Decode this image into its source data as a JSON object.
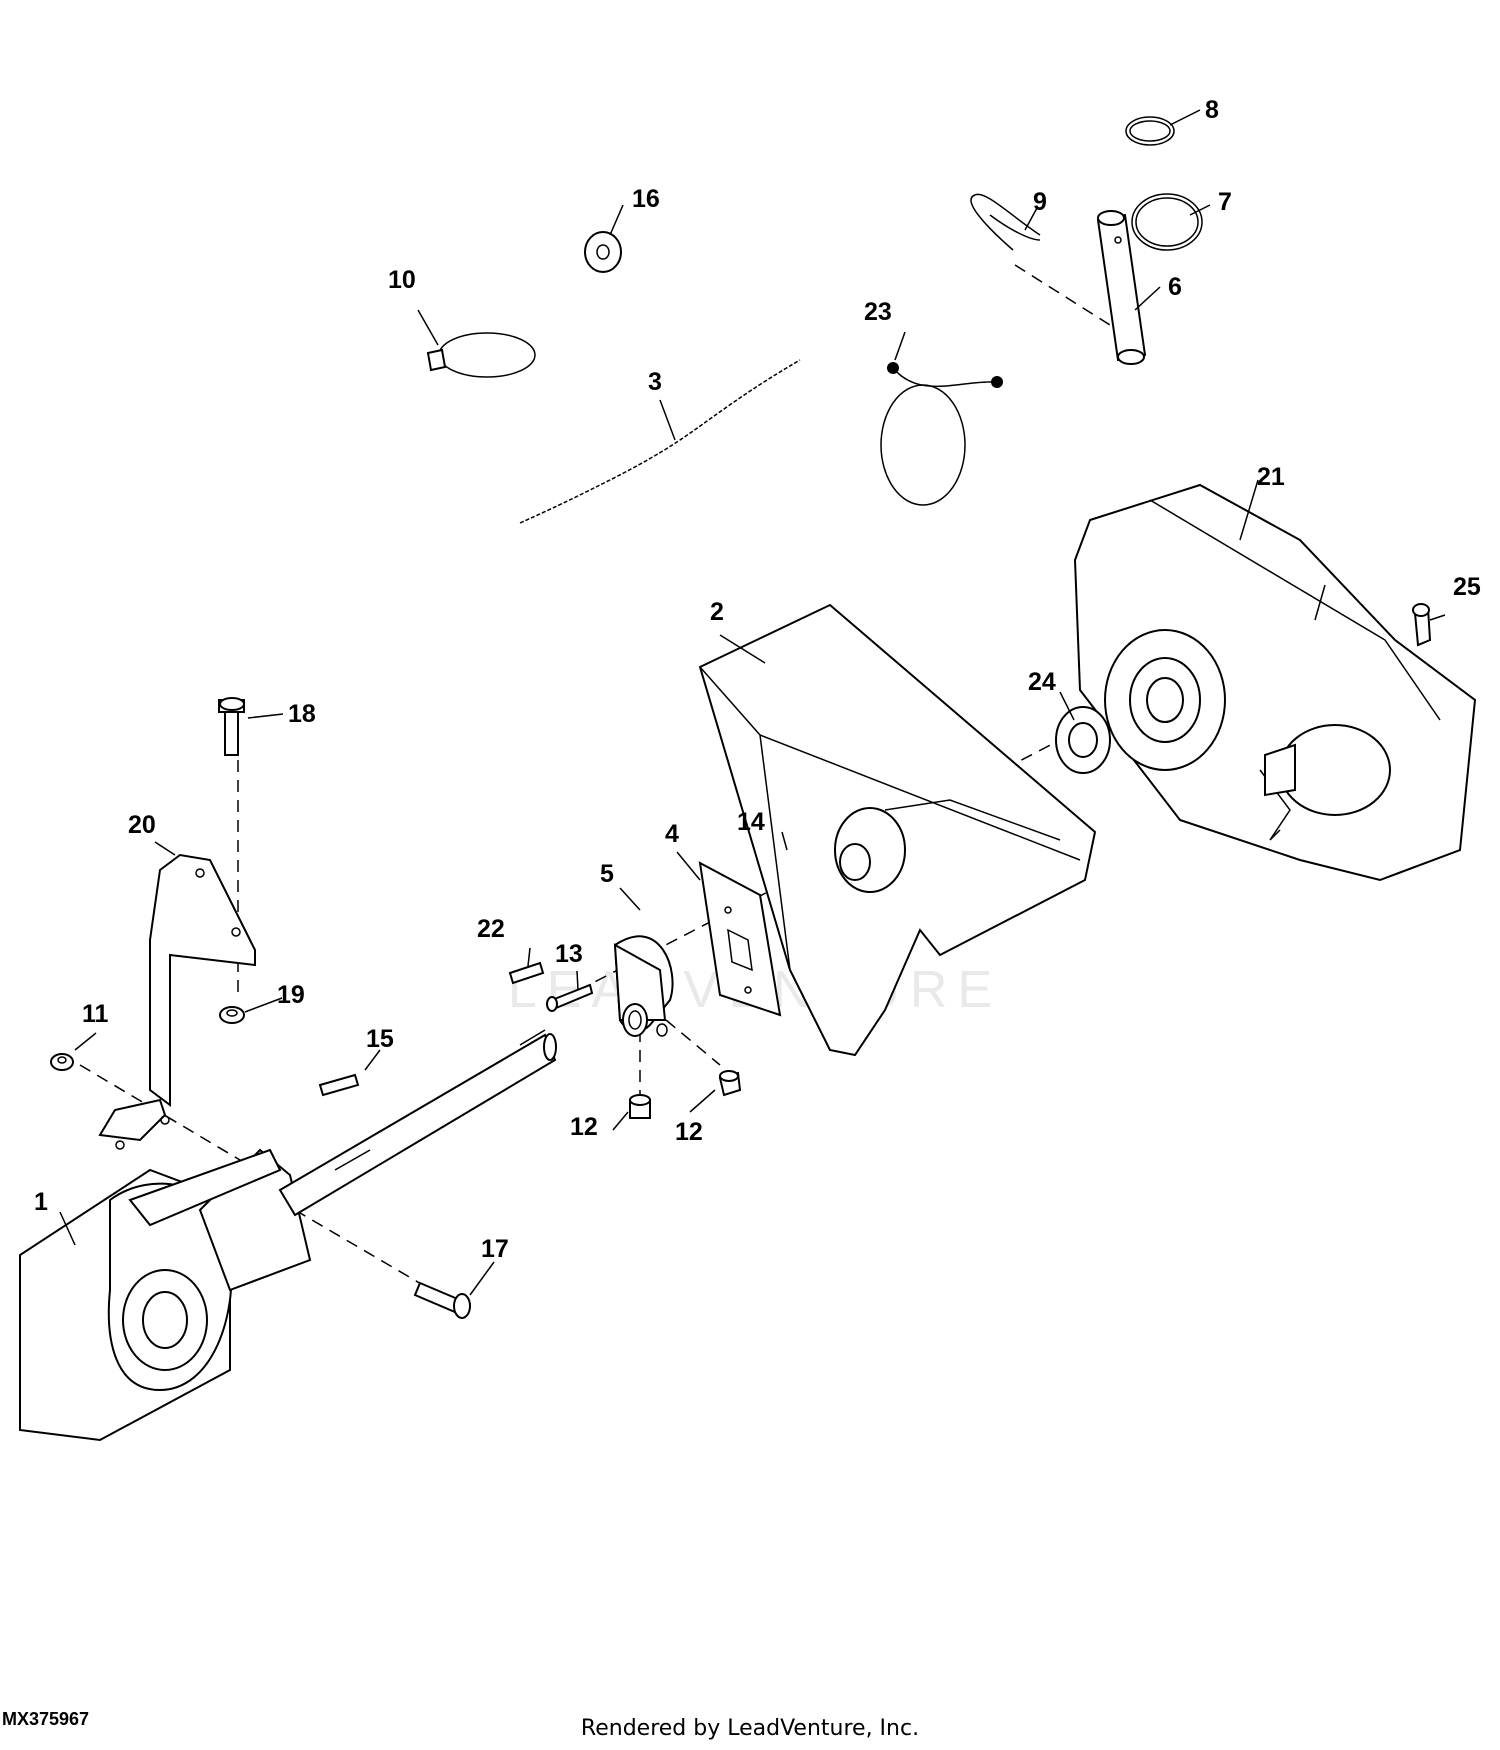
{
  "diagram": {
    "watermark": "LEADVENTURE",
    "figure_code": "MX375967",
    "credit": "Rendered by LeadVenture, Inc.",
    "callouts": [
      "1",
      "2",
      "3",
      "4",
      "5",
      "6",
      "7",
      "8",
      "9",
      "10",
      "11",
      "12",
      "12",
      "13",
      "14",
      "15",
      "16",
      "17",
      "18",
      "19",
      "20",
      "21",
      "22",
      "23",
      "24",
      "25"
    ]
  }
}
